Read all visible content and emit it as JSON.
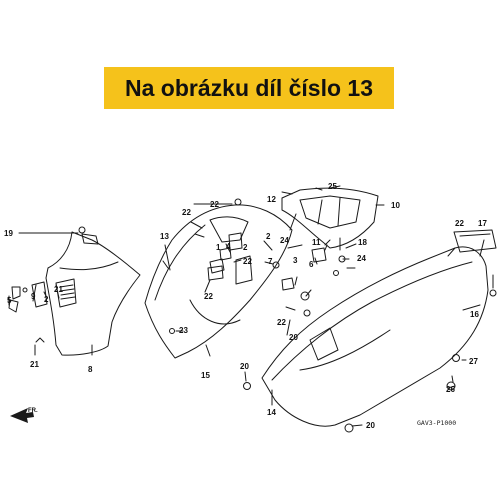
{
  "banner": {
    "text": "Na obrázku díl číslo 13",
    "color": "#f5c21b"
  },
  "front_marker": "FR.",
  "diagram_code": "GAV3-P1000",
  "icons": {
    "front_arrow": "fr-arrow-icon"
  },
  "part_labels": {
    "p1": "1",
    "p2a": "2",
    "p2b": "2",
    "p2c": "2",
    "p3": "3",
    "p4": "4",
    "p5": "5",
    "p6": "6",
    "p7": "7",
    "p8": "8",
    "p9": "9",
    "p10": "10",
    "p11": "11",
    "p12": "12",
    "p13": "13",
    "p14": "14",
    "p15": "15",
    "p16": "16",
    "p17": "17",
    "p18": "18",
    "p19": "19",
    "p20a": "20",
    "p20b": "20",
    "p20c": "20",
    "p21a": "21",
    "p21b": "21",
    "p22a": "22",
    "p22b": "22",
    "p22c": "22",
    "p22d": "22",
    "p22e": "22",
    "p22f": "22",
    "p23": "23",
    "p24a": "24",
    "p24b": "24",
    "p25": "25",
    "p26": "26",
    "p27": "27"
  }
}
